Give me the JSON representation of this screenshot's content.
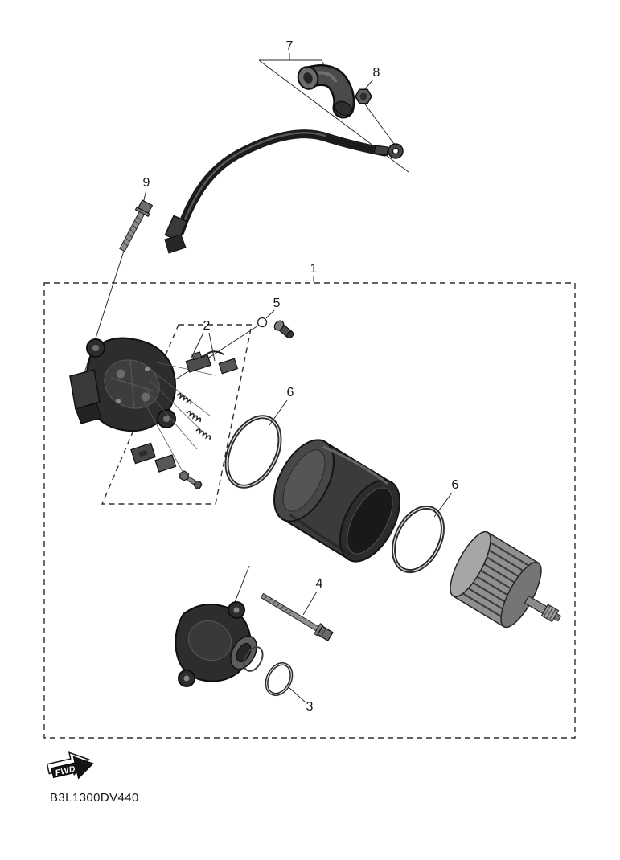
{
  "diagram": {
    "code": "B3L1300DV440",
    "fwd_label": "FWD",
    "callouts": [
      {
        "label": "1"
      },
      {
        "label": "2"
      },
      {
        "label": "3"
      },
      {
        "label": "4"
      },
      {
        "label": "5"
      },
      {
        "label": "6"
      },
      {
        "label": "6"
      },
      {
        "label": "7"
      },
      {
        "label": "8"
      },
      {
        "label": "9"
      }
    ],
    "colors": {
      "ink": "#1a1a1a",
      "background": "#ffffff"
    }
  }
}
